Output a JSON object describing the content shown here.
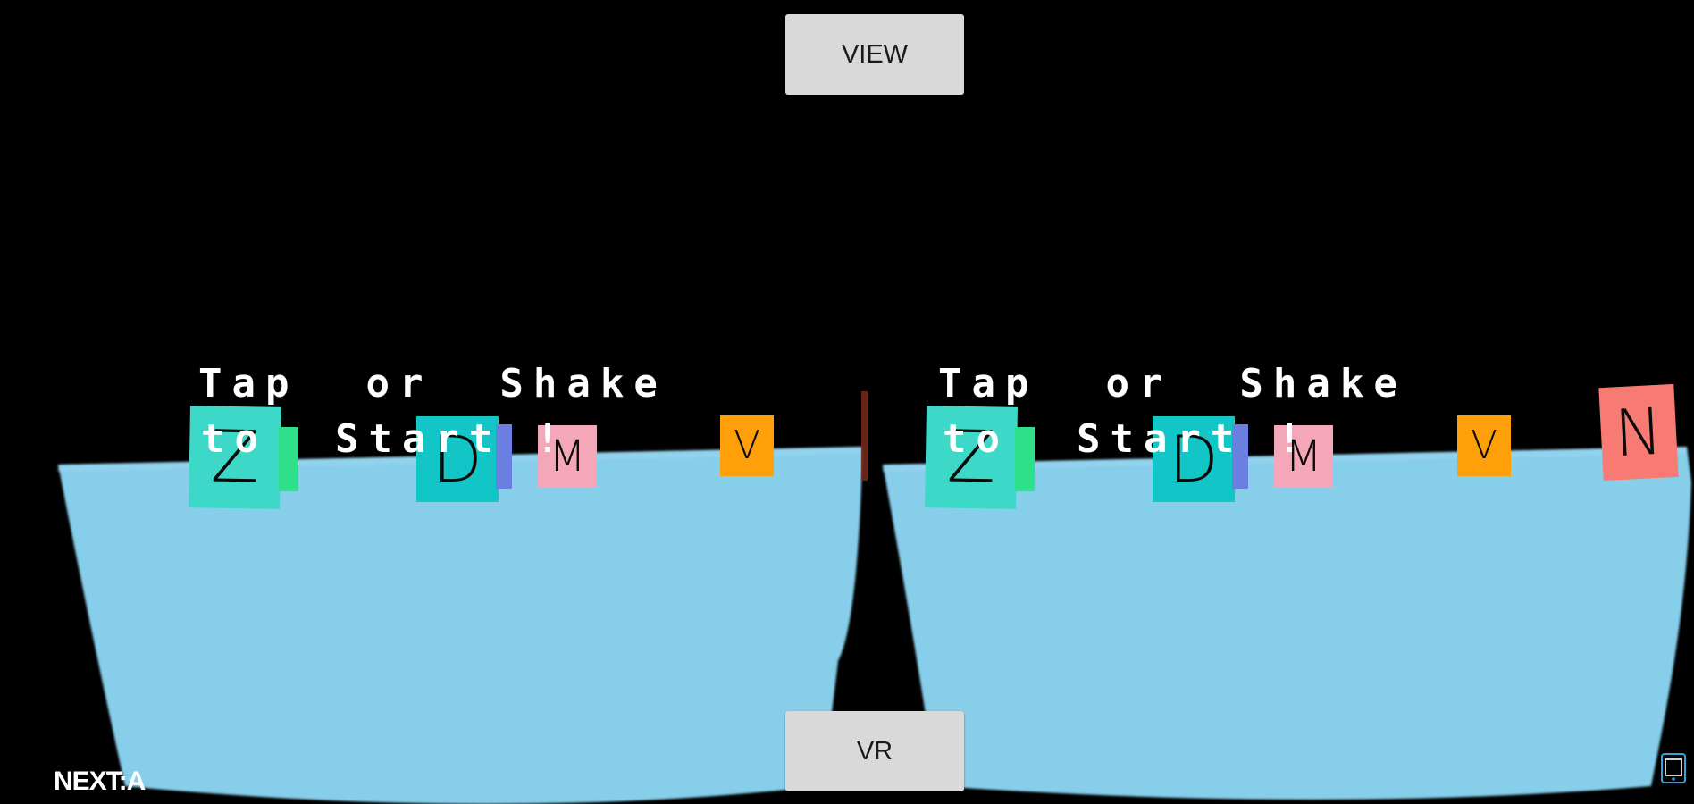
{
  "buttons": {
    "view_label": "VIEW",
    "vr_label": "VR"
  },
  "status": {
    "next_label": "NEXT:A"
  },
  "banner": {
    "line1": "Tap  or  Shake",
    "line2": "to  Start !"
  },
  "scene": {
    "water_color": "#87ceeb",
    "background_color": "#000000"
  },
  "left_eye_tiles": [
    {
      "letter": "Z",
      "color": "#3ed8c8"
    },
    {
      "letter": "",
      "color": "#2ee08a"
    },
    {
      "letter": "D",
      "color": "#12c6c8"
    },
    {
      "letter": "",
      "color": "#6b7fe0"
    },
    {
      "letter": "M",
      "color": "#f4a7b9"
    },
    {
      "letter": "V",
      "color": "#ff9f0a"
    }
  ],
  "right_eye_tiles": [
    {
      "letter": "Z",
      "color": "#3ed8c8"
    },
    {
      "letter": "",
      "color": "#2ee08a"
    },
    {
      "letter": "D",
      "color": "#12c6c8"
    },
    {
      "letter": "",
      "color": "#6b7fe0"
    },
    {
      "letter": "M",
      "color": "#f4a7b9"
    },
    {
      "letter": "V",
      "color": "#ff9f0a"
    },
    {
      "letter": "N",
      "color": "#f77b73"
    }
  ],
  "icons": {
    "cardboard": "cardboard-settings-icon"
  }
}
